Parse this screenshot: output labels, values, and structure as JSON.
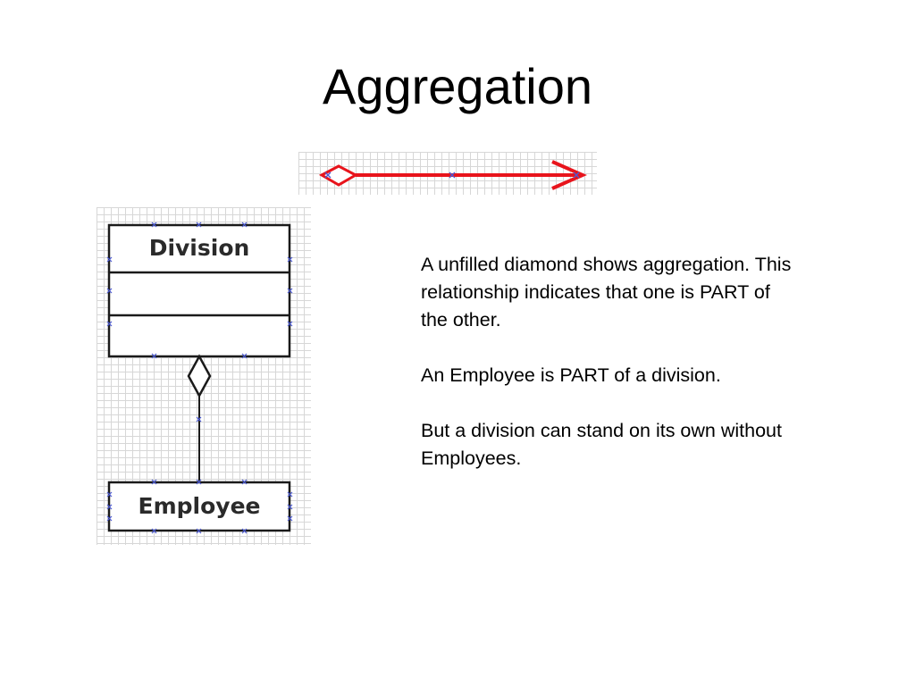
{
  "slide": {
    "title": "Aggregation"
  },
  "diagram": {
    "classes": [
      {
        "name": "Division"
      },
      {
        "name": "Employee"
      }
    ],
    "relationship": "aggregation",
    "colors": {
      "arrow": "#e8141c",
      "class_border": "#1a1a1a",
      "grid": "#d7d7d7",
      "selection_handle": "#4c5bd4"
    }
  },
  "description": {
    "paragraphs": [
      "A unfilled diamond shows aggregation. This relationship indicates that one is PART of the other.",
      "An Employee is PART of a division.",
      "But a division can stand on its own without Employees."
    ]
  }
}
